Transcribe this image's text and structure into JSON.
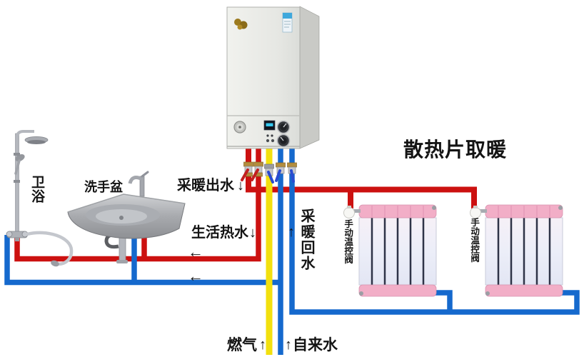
{
  "title": "散热片取暖",
  "labels": {
    "heating_out": "采暖出水",
    "domestic_hot_water": "生活热水",
    "heating_return": "采暖回水",
    "gas": "燃气",
    "tap_water": "自来水",
    "bathroom": "卫浴",
    "basin": "洗手盆",
    "manual_valve_1": "手动温控阀",
    "manual_valve_2": "手动温控阀"
  },
  "arrows": {
    "down": "↓",
    "up": "↑",
    "left": "←"
  },
  "colors": {
    "hot_pipe_red": "#cc1110",
    "cold_pipe_blue": "#1569cd",
    "gas_pipe_yellow": "#f2e00e",
    "radiator_pink": "#f2aec7",
    "boiler_body_gray": "#e7e8e4"
  }
}
